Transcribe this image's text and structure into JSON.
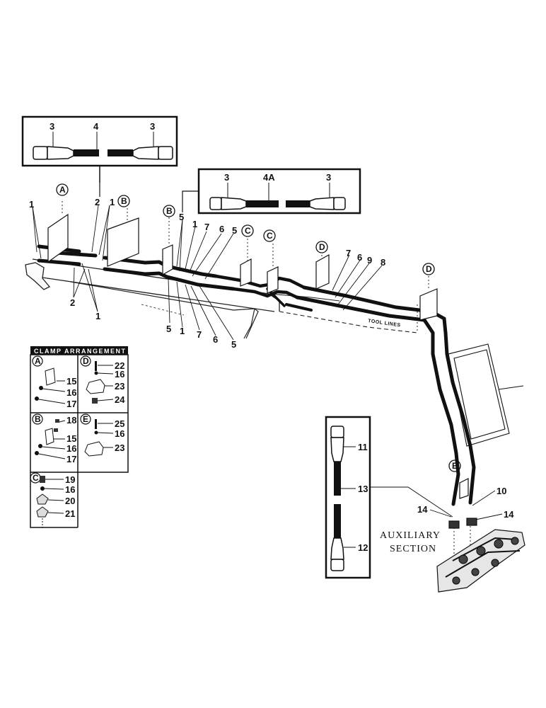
{
  "hose_detail_a": {
    "fitting_left": "3",
    "hose": "4",
    "fitting_right": "3"
  },
  "hose_detail_b": {
    "fitting_left": "3",
    "hose": "4A",
    "fitting_right": "3"
  },
  "hose_detail_c": {
    "top": "11",
    "middle": "13",
    "bottom": "12"
  },
  "clamp_table": {
    "title": "CLAMP ARRANGEMENT",
    "A": {
      "letter": "A",
      "parts": [
        "15",
        "16",
        "17"
      ]
    },
    "B": {
      "letter": "B",
      "parts": [
        "18",
        "15",
        "16",
        "17"
      ]
    },
    "C": {
      "letter": "C",
      "parts": [
        "19",
        "16",
        "20",
        "21"
      ]
    },
    "D": {
      "letter": "D",
      "parts": [
        "22",
        "16",
        "23",
        "24"
      ]
    },
    "E": {
      "letter": "E",
      "parts": [
        "25",
        "16",
        "23"
      ]
    }
  },
  "callouts": {
    "letters": [
      "A",
      "B",
      "B",
      "C",
      "C",
      "D",
      "D",
      "E"
    ],
    "numbers_top": [
      "1",
      "2",
      "1",
      "5",
      "1",
      "7",
      "6",
      "5",
      "7",
      "6",
      "9",
      "8"
    ],
    "numbers_bottom": [
      "2",
      "1",
      "5",
      "1",
      "7",
      "6",
      "5"
    ],
    "right": [
      "10",
      "14",
      "14"
    ]
  },
  "labels": {
    "tool_lines": "TOOL LINES",
    "aux_line1": "AUXILIARY",
    "aux_line2": "SECTION"
  }
}
